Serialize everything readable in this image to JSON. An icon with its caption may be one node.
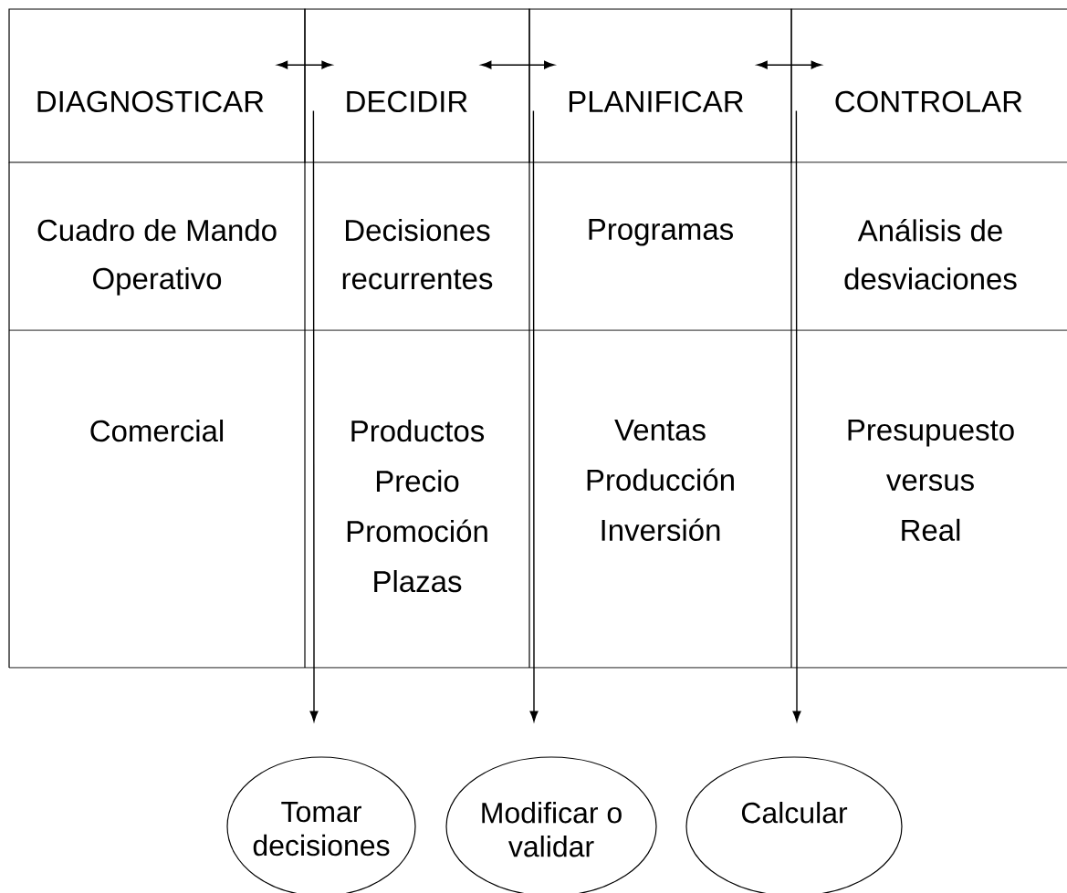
{
  "diagram": {
    "nodes": [
      {
        "text": [],
        "shape": "box"
      },
      {
        "text": [],
        "shape": "box"
      },
      {
        "text": [],
        "shape": "box"
      },
      {
        "text": [],
        "shape": "box"
      },
      {
        "text": [
          "DIAGNOSTICAR"
        ],
        "in": 0
      },
      {
        "text": [
          "DECIDIR"
        ],
        "in": 1
      },
      {
        "text": [
          "PLANIFICAR"
        ],
        "in": 2
      },
      {
        "text": [
          "CONTROLAR"
        ],
        "in": 3
      },
      {
        "text": [
          "Cuadro de Mando Operativo"
        ]
      },
      {
        "text": [
          "Decisiones recurrentes"
        ]
      },
      {
        "text": [
          "Programas"
        ]
      },
      {
        "text": [
          "Análisis de desviaciones"
        ]
      },
      {
        "text": [
          "Comercial"
        ]
      },
      {
        "text": [
          "Productos Precio Promoción Plazas"
        ]
      },
      {
        "text": [
          "Ventas Producción Inversión"
        ]
      },
      {
        "text": [
          "Presupuesto versus Real"
        ]
      },
      {
        "text": [
          "Tomar decisiones"
        ]
      },
      {
        "text": [
          "Modificar o validar"
        ]
      },
      {
        "text": [
          "Calcular"
        ]
      }
    ],
    "edges": [
      {
        "from": 4,
        "to": 5,
        "arrow": "both"
      },
      {
        "from": 5,
        "to": 6,
        "arrow": "both"
      },
      {
        "from": 6,
        "to": 7,
        "arrow": "both"
      },
      {
        "from": 1,
        "to": 16,
        "arrow": "to"
      },
      {
        "from": 2,
        "to": 17,
        "arrow": "to"
      },
      {
        "from": 3,
        "to": 18,
        "arrow": "to"
      }
    ]
  }
}
